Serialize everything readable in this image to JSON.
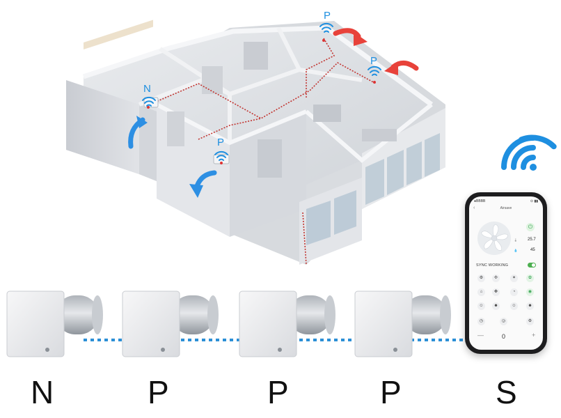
{
  "labels": {
    "unit1": "N",
    "unit2": "P",
    "unit3": "P",
    "unit4": "P",
    "unit5": "S"
  },
  "plan_tags": {
    "n": "N",
    "p1": "P",
    "p2": "P",
    "p3": "P"
  },
  "app": {
    "status_left": "●BBBB",
    "status_right": "⊙ ▮▮",
    "header": "Airsave",
    "temperature": "25.7",
    "humidity": "45",
    "sync_label": "SYNC WORKING",
    "counter_value": "0",
    "minus": "—",
    "plus": "+"
  },
  "icons": {
    "wifi": "wifi-icon",
    "arrow_in": "arrow-in-icon",
    "arrow_out": "arrow-out-icon",
    "fan": "fan-icon",
    "power": "power-icon"
  },
  "colors": {
    "wifi_blue": "#1e8fe0",
    "arrow_red": "#e8423a",
    "arrow_blue": "#2d8fe3",
    "dotted_link": "#2b8fd6",
    "duct_dotted": "#c2332f",
    "label_text": "#111111"
  }
}
